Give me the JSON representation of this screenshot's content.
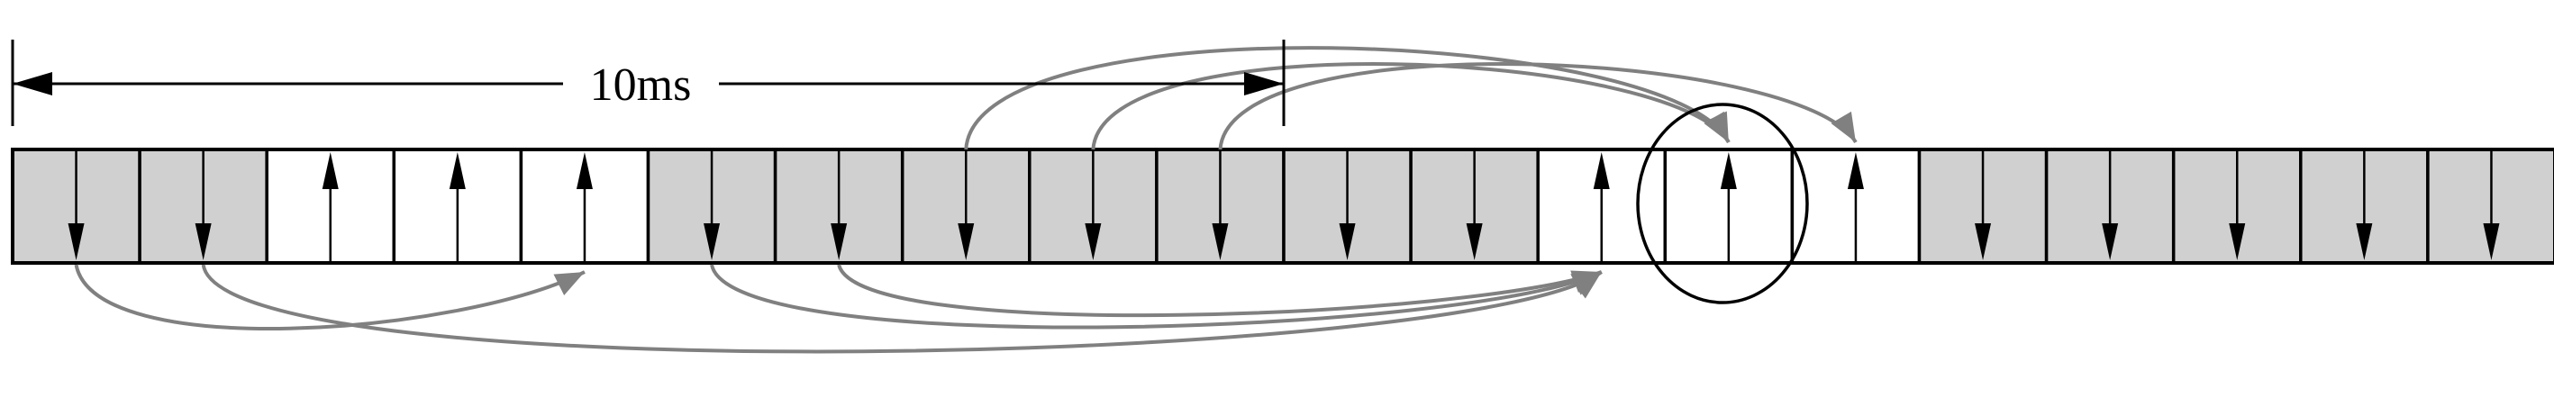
{
  "span_label": "10ms",
  "subframes": [
    {
      "index": 0,
      "direction": "down"
    },
    {
      "index": 1,
      "direction": "down"
    },
    {
      "index": 2,
      "direction": "up"
    },
    {
      "index": 3,
      "direction": "up"
    },
    {
      "index": 4,
      "direction": "up"
    },
    {
      "index": 5,
      "direction": "down"
    },
    {
      "index": 6,
      "direction": "down"
    },
    {
      "index": 7,
      "direction": "down"
    },
    {
      "index": 8,
      "direction": "down"
    },
    {
      "index": 9,
      "direction": "down"
    },
    {
      "index": 10,
      "direction": "down"
    },
    {
      "index": 11,
      "direction": "down"
    },
    {
      "index": 12,
      "direction": "up"
    },
    {
      "index": 13,
      "direction": "up"
    },
    {
      "index": 14,
      "direction": "up"
    },
    {
      "index": 15,
      "direction": "down"
    },
    {
      "index": 16,
      "direction": "down"
    },
    {
      "index": 17,
      "direction": "down"
    },
    {
      "index": 18,
      "direction": "down"
    },
    {
      "index": 19,
      "direction": "down"
    }
  ],
  "span_subframes": 10,
  "highlighted_subframe": 13,
  "top_links": [
    {
      "from": 7,
      "to": 13
    },
    {
      "from": 8,
      "to": 13
    },
    {
      "from": 9,
      "to": 14
    }
  ],
  "bottom_links": [
    {
      "from": 0,
      "to": 4
    },
    {
      "from": 1,
      "to": 12
    },
    {
      "from": 5,
      "to": 12
    },
    {
      "from": 6,
      "to": 12
    }
  ],
  "colors": {
    "downlink_fill": "#d0d0d0",
    "uplink_fill": "#ffffff",
    "frame_stroke": "#000000",
    "link_stroke": "#808080"
  }
}
